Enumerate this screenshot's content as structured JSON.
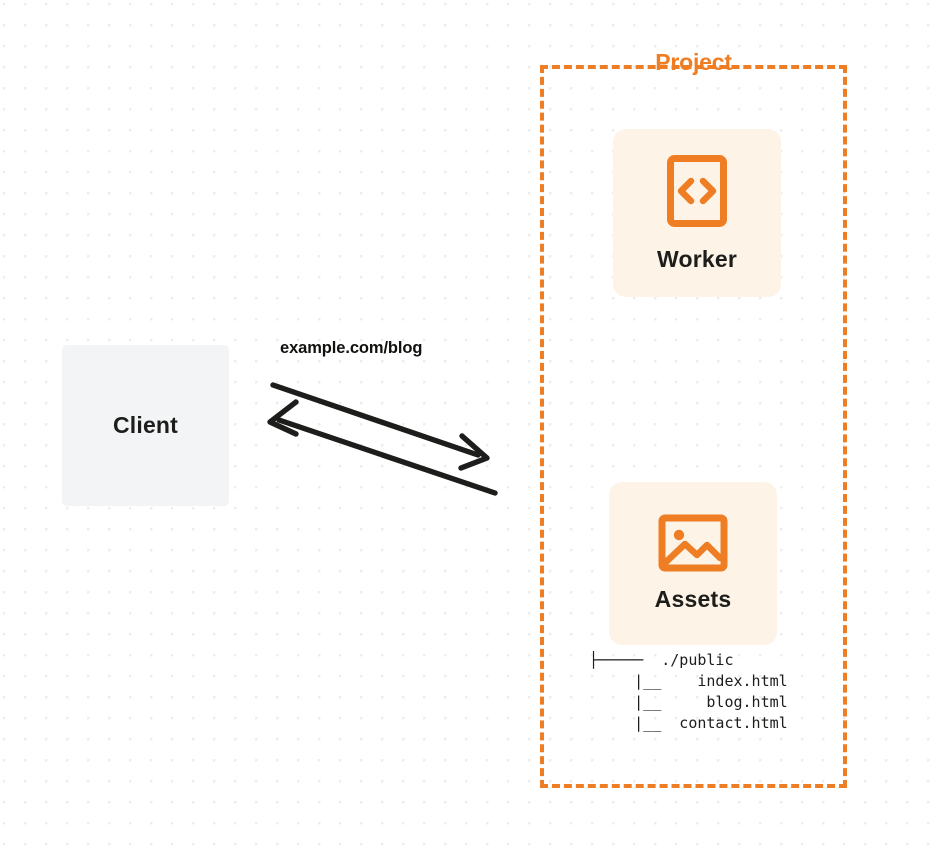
{
  "diagram": {
    "title_visible": false,
    "colors": {
      "accent_orange": "#ef7d23",
      "card_background": "#fdf3e7",
      "client_background": "#f3f4f6",
      "text_dark": "#1d1d1b",
      "arrow": "#1d1d1b",
      "dot_grid": "#ededed"
    }
  },
  "client": {
    "label": "Client"
  },
  "request": {
    "label": "example.com/blog"
  },
  "project": {
    "title": "Project",
    "border_style": "dashed"
  },
  "worker": {
    "label": "Worker",
    "icon": "code-brackets-icon"
  },
  "assets": {
    "label": "Assets",
    "icon": "image-icon",
    "tree": {
      "lines": [
        "├─────  ./public",
        "     |__    index.html",
        "     |__     blog.html",
        "     |__  contact.html"
      ],
      "text": "├─────  ./public\n     |__    index.html\n     |__     blog.html\n     |__  contact.html",
      "root": "./public",
      "files": [
        "index.html",
        "blog.html",
        "contact.html"
      ]
    }
  }
}
